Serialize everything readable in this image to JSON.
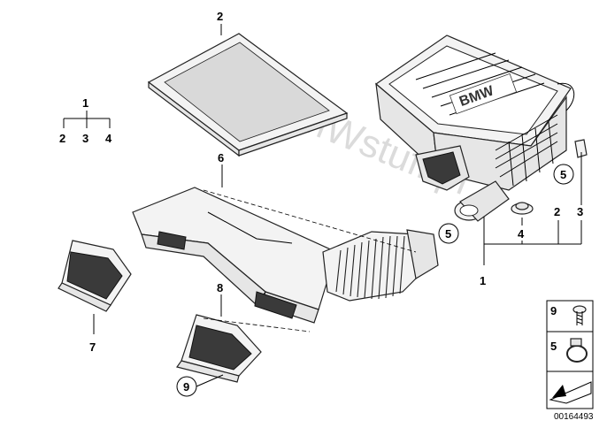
{
  "callouts": {
    "c2_top": "2",
    "c1_left": "1",
    "c2_left": "2",
    "c3_left": "3",
    "c4_left": "4",
    "c6": "6",
    "c7": "7",
    "c8": "8",
    "c9_bottom": "9",
    "c5_right_top": "5",
    "c5_mid": "5",
    "c2_right": "2",
    "c3_right": "3",
    "c4_right": "4",
    "c1_right": "1"
  },
  "legend": {
    "item9": "9",
    "item5": "5"
  },
  "logo_text": "BMW",
  "watermark": "www.BMWstuff.pl",
  "doc_number": "00164493"
}
